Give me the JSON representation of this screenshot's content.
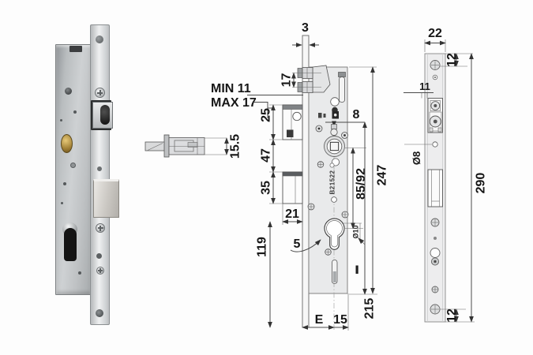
{
  "component_diagram": {
    "width_label": "15.5"
  },
  "front_view": {
    "faceplate_thickness": "3",
    "roller_spacing": "17",
    "min_projection": "MIN 11",
    "max_projection": "MAX 17",
    "keep_height_top": "25",
    "keep_gap": "47",
    "keep_height_bottom": "35",
    "keep_width": "21",
    "bottom_section": "119",
    "follower_square": "8",
    "fixing_hole": "5",
    "handle_cylinder_centers": "85/92",
    "case_height": "247",
    "cylinder_height": "215",
    "backset": "E",
    "backset_offset": "15",
    "cylinder_detail": "Ø10",
    "body_stamp": "B21522"
  },
  "side_view": {
    "faceplate_width": "22",
    "top_screw_offset": "12",
    "bottom_screw_offset": "12",
    "faceplate_height": "290",
    "roller_width": "11",
    "hole_diameter": "Ø8"
  }
}
